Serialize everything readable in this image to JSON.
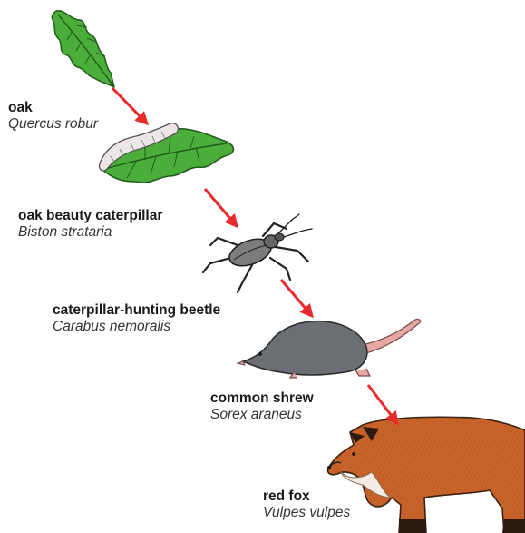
{
  "food_chain": {
    "organisms": [
      {
        "common": "oak",
        "latin": "Quercus robur",
        "icon": "oak-leaf-icon"
      },
      {
        "common": "oak beauty caterpillar",
        "latin": "Biston strataria",
        "icon": "caterpillar-icon"
      },
      {
        "common": "caterpillar-hunting beetle",
        "latin": "Carabus nemoralis",
        "icon": "beetle-icon"
      },
      {
        "common": "common shrew",
        "latin": "Sorex araneus",
        "icon": "shrew-icon"
      },
      {
        "common": "red fox",
        "latin": "Vulpes vulpes",
        "icon": "fox-icon"
      }
    ],
    "arrow_color": "#e52b2b"
  }
}
